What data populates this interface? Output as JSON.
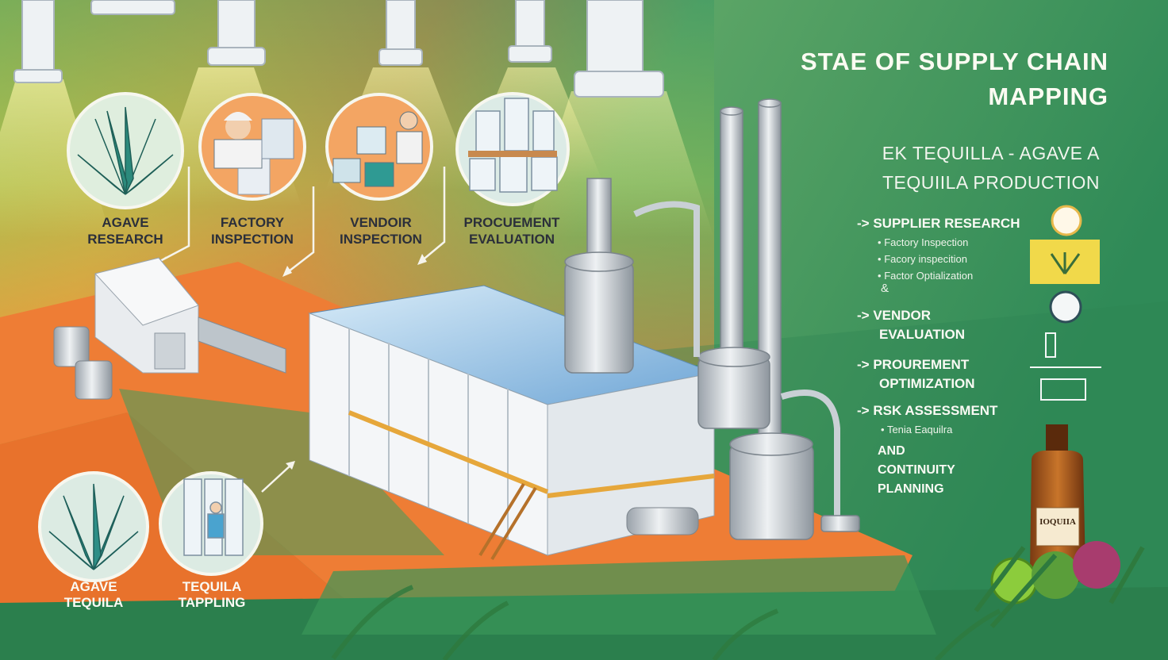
{
  "title_line1": "STAE OF SUPPLY CHAIN",
  "title_line2": "MAPPING",
  "subtitle_line1": "EK TEQUILLA - AGAVE A",
  "subtitle_line2": "TEQUIILA PRODUCTION",
  "circles": [
    {
      "line1": "AGAVE",
      "line2": "RESEARCH"
    },
    {
      "line1": "FACTORY",
      "line2": "INSPECTION"
    },
    {
      "line1": "VENDOIR",
      "line2": "INSPECTION"
    },
    {
      "line1": "PROCUEMENT",
      "line2": "EVALUATION"
    }
  ],
  "bottom_circles": [
    {
      "line1": "AGAVE",
      "line2": "TEQUILA"
    },
    {
      "line1": "TEQUILA",
      "line2": "TAPPLING"
    }
  ],
  "side": {
    "supplier": {
      "heading": "SUPPLIER RESEARCH",
      "items": [
        "Factory Inspection",
        "Facory inspecition",
        "Factor Optialization"
      ]
    },
    "vendor": {
      "line1": "VENDOR",
      "line2": "EVALUATION"
    },
    "procurement": {
      "line1": "PROUREMENT",
      "line2": "OPTIMIZATION"
    },
    "risk": {
      "heading": "RSK ASSESSMENT",
      "item": "Tenia Eaquilra"
    },
    "continuity": {
      "line1": "AND",
      "line2": "CONTINUITY",
      "line3": "PLANNING"
    }
  },
  "bottle_label": "IOQUIIA",
  "arrow_glyph": "->",
  "bullet_glyph": "•",
  "amp_glyph": "&",
  "colors": {
    "green": "#3f9a64",
    "orange": "#ec7f3c",
    "yellow": "#f1d94a",
    "metal": "#c8cdd2"
  },
  "icons": [
    "agave-plant-icon",
    "worker-icon",
    "cans-icon",
    "bottles-icon",
    "badge-icon",
    "bottle-icon"
  ]
}
